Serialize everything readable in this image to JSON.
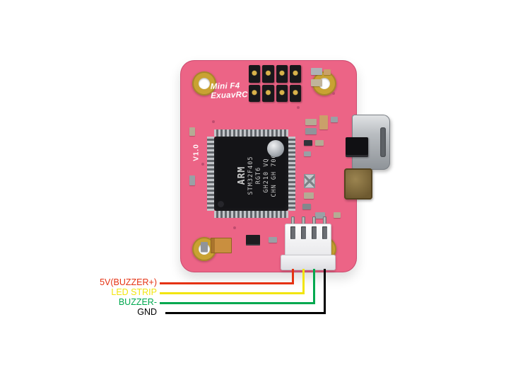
{
  "board": {
    "title_line1": "Mini F4",
    "title_line2": "ExuavRC",
    "version": "V1.0",
    "color": "#ec6486",
    "chip": {
      "lines": [
        "ARM",
        "STM32F405",
        "RGT6",
        "GH210 VQ",
        "CHN GH 706"
      ]
    }
  },
  "wire_labels": [
    {
      "text": "5V(BUZZER+)",
      "color": "#e53212"
    },
    {
      "text": "LED STRIP",
      "color": "#f2e50e"
    },
    {
      "text": "BUZZER-",
      "color": "#00a84f"
    },
    {
      "text": "GND",
      "color": "#000000"
    }
  ]
}
